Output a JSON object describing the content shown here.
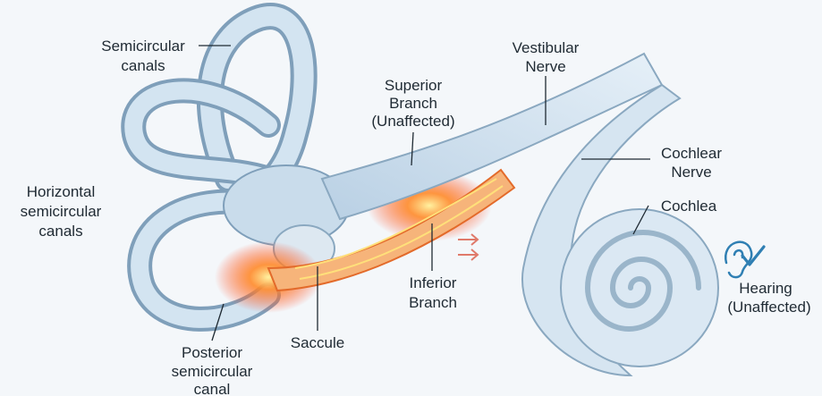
{
  "labels": {
    "semicircular": [
      "Semicircular",
      "canals"
    ],
    "horizontal": [
      "Horizontal",
      "semicircular",
      "canals"
    ],
    "posterior": [
      "Posterior",
      "semicircular",
      "canal"
    ],
    "saccule": "Saccule",
    "superior": [
      "Superior",
      "Branch",
      "(Unaffected)"
    ],
    "inferior": [
      "Inferior",
      "Branch"
    ],
    "vestibular": [
      "Vestibular",
      "Nerve"
    ],
    "cochlear_nerve": [
      "Cochlear",
      "Nerve"
    ],
    "cochlea": "Cochlea",
    "hearing": [
      "Hearing",
      "(Unaffected)"
    ]
  },
  "colors": {
    "canal": "#c9dceb",
    "canal_edge": "#7f9fba",
    "inflammation": "#ff5a1e",
    "arrow": "#e07a6a",
    "accent": "#2f7fb3"
  },
  "icons": [
    "ear-icon",
    "checkmark-icon",
    "arrow-right-icon"
  ]
}
